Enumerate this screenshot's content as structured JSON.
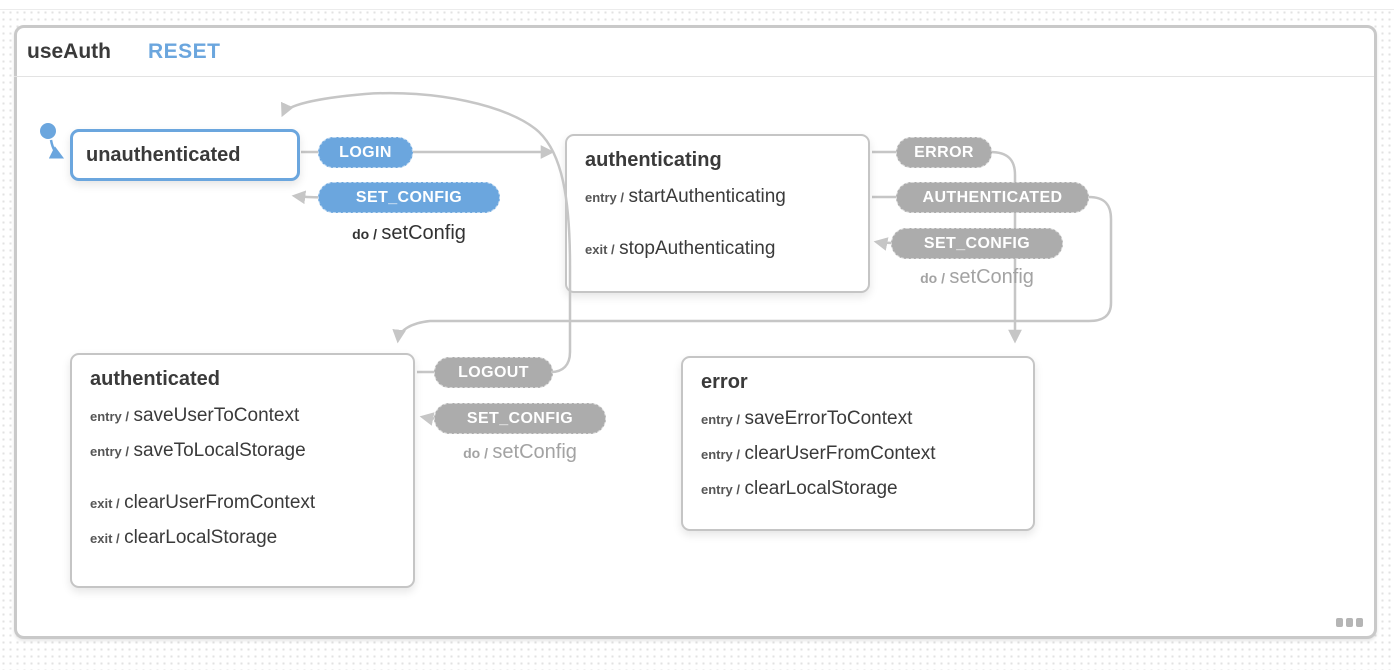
{
  "header": {
    "title": "useAuth",
    "reset_label": "RESET"
  },
  "colors": {
    "accent_blue": "#6BA6DE",
    "pill_gray": "#ACACAC",
    "arrow_gray": "#C6C6C6",
    "box_border_gray": "#C5C5C5",
    "text_dark": "#3A3A3A",
    "label_gray": "#565656",
    "muted_gray": "#A3A3A3"
  },
  "states": {
    "unauthenticated": {
      "title": "unauthenticated"
    },
    "authenticating": {
      "title": "authenticating",
      "actions": [
        {
          "prefix": "entry /",
          "name": "startAuthenticating"
        },
        {
          "prefix": "exit /",
          "name": "stopAuthenticating"
        }
      ]
    },
    "authenticated": {
      "title": "authenticated",
      "actions": [
        {
          "prefix": "entry /",
          "name": "saveUserToContext"
        },
        {
          "prefix": "entry /",
          "name": "saveToLocalStorage"
        },
        {
          "prefix": "exit /",
          "name": "clearUserFromContext"
        },
        {
          "prefix": "exit /",
          "name": "clearLocalStorage"
        }
      ]
    },
    "error": {
      "title": "error",
      "actions": [
        {
          "prefix": "entry /",
          "name": "saveErrorToContext"
        },
        {
          "prefix": "entry /",
          "name": "clearUserFromContext"
        },
        {
          "prefix": "entry /",
          "name": "clearLocalStorage"
        }
      ]
    }
  },
  "events": {
    "login": {
      "label": "LOGIN"
    },
    "set_config_unauth": {
      "label": "SET_CONFIG",
      "do_prefix": "do /",
      "do_action": "setConfig"
    },
    "error": {
      "label": "ERROR"
    },
    "authenticated": {
      "label": "AUTHENTICATED"
    },
    "set_config_authenticating": {
      "label": "SET_CONFIG",
      "do_prefix": "do /",
      "do_action": "setConfig"
    },
    "logout": {
      "label": "LOGOUT"
    },
    "set_config_authenticated": {
      "label": "SET_CONFIG",
      "do_prefix": "do /",
      "do_action": "setConfig"
    }
  },
  "icons": {
    "overflow_menu": "three-dots"
  }
}
